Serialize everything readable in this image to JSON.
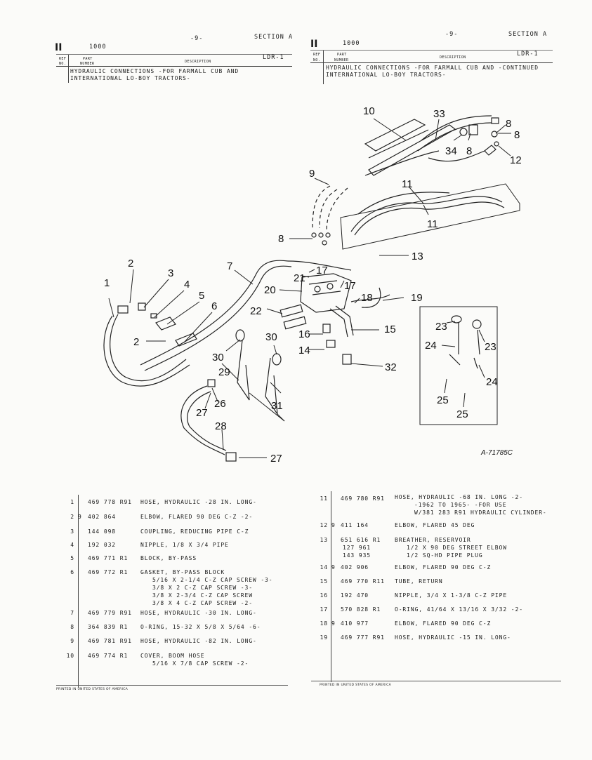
{
  "left_header": {
    "page": "-9-",
    "section": "SECTION  A",
    "group": "1000",
    "code": "LDR-1",
    "ref_label_1": "REF",
    "ref_label_2": "NO.",
    "part_label_1": "PART",
    "part_label_2": "NUMBER",
    "desc_label": "DESCRIPTION",
    "title_1": "HYDRAULIC CONNECTIONS -FOR FARMALL CUB AND",
    "title_2": "INTERNATIONAL LO-BOY TRACTORS-"
  },
  "right_header": {
    "page": "-9-",
    "section": "SECTION  A",
    "group": "1000",
    "code": "LDR-1",
    "ref_label_1": "REF",
    "ref_label_2": "NO.",
    "part_label_1": "PART",
    "part_label_2": "NUMBER",
    "desc_label": "DESCRIPTION",
    "title_1": "HYDRAULIC CONNECTIONS -FOR FARMALL CUB AND  -CONTINUED",
    "title_2": "INTERNATIONAL LO-BOY TRACTORS-"
  },
  "figure": {
    "id": "A-71785C",
    "callouts": [
      "1",
      "2",
      "2",
      "3",
      "4",
      "5",
      "6",
      "7",
      "8",
      "8",
      "8",
      "8",
      "9",
      "10",
      "11",
      "11",
      "12",
      "13",
      "14",
      "15",
      "16",
      "17",
      "17",
      "18",
      "19",
      "20",
      "21",
      "22",
      "23",
      "23",
      "24",
      "24",
      "25",
      "25",
      "26",
      "27",
      "27",
      "28",
      "29",
      "30",
      "30",
      "31",
      "32",
      "33",
      "34"
    ]
  },
  "parts_left": [
    {
      "ref": "1",
      "part": "469 778 R91",
      "desc": [
        "HOSE, HYDRAULIC -28 IN. LONG-"
      ]
    },
    {
      "ref": "2",
      "prefix": "9",
      "part": "402 864",
      "desc": [
        "ELBOW, FLARED 90 DEG C-Z -2-"
      ]
    },
    {
      "ref": "3",
      "part": "144 098",
      "desc": [
        "COUPLING, REDUCING PIPE C-Z"
      ]
    },
    {
      "ref": "4",
      "part": "192 032",
      "desc": [
        "NIPPLE, 1/8 X 3/4 PIPE"
      ]
    },
    {
      "ref": "5",
      "part": "469 771 R1",
      "desc": [
        "BLOCK, BY-PASS"
      ]
    },
    {
      "ref": "6",
      "part": "469 772 R1",
      "desc": [
        "GASKET, BY-PASS BLOCK",
        "5/16 X 2-1/4 C-Z CAP SCREW -3-",
        "3/8 X 2 C-Z CAP SCREW -3-",
        "3/8 X 2-3/4 C-Z CAP SCREW",
        "3/8 X 4 C-Z CAP SCREW -2-"
      ]
    },
    {
      "ref": "7",
      "part": "469 779 R91",
      "desc": [
        "HOSE, HYDRAULIC -30 IN. LONG-"
      ]
    },
    {
      "ref": "8",
      "part": "364 839 R1",
      "desc": [
        "O-RING, 15-32 X 5/8 X 5/64 -6-"
      ]
    },
    {
      "ref": "9",
      "part": "469 781 R91",
      "desc": [
        "HOSE, HYDRAULIC -82 IN. LONG-"
      ]
    },
    {
      "ref": "10",
      "part": "469 774 R1",
      "desc": [
        "COVER, BOOM HOSE",
        "5/16 X 7/8 CAP SCREW -2-"
      ]
    }
  ],
  "parts_right": [
    {
      "ref": "11",
      "part": "469 780 R91",
      "desc": [
        "HOSE, HYDRAULIC -68 IN. LONG -2-",
        "-1962 TO 1965- -FOR USE",
        "W/381 283 R91 HYDRAULIC CYLINDER-"
      ]
    },
    {
      "ref": "12",
      "prefix": "9",
      "part": "411 164",
      "desc": [
        "ELBOW, FLARED 45 DEG"
      ]
    },
    {
      "ref": "13",
      "part": "651 616 R1",
      "desc": [
        "BREATHER, RESERVOIR"
      ],
      "extra_parts": [
        "127 961",
        "143 935"
      ],
      "extra_desc": [
        "1/2 X 90 DEG STREET ELBOW",
        "1/2 SQ-HD PIPE PLUG"
      ]
    },
    {
      "ref": "14",
      "prefix": "9",
      "part": "402 906",
      "desc": [
        "ELBOW, FLARED 90 DEG C-Z"
      ]
    },
    {
      "ref": "15",
      "part": "469 770 R11",
      "desc": [
        "TUBE, RETURN"
      ]
    },
    {
      "ref": "16",
      "part": "192 470",
      "desc": [
        "NIPPLE, 3/4 X 1-3/8 C-Z PIPE"
      ]
    },
    {
      "ref": "17",
      "part": "570 828 R1",
      "desc": [
        "O-RING, 41/64 X 13/16 X 3/32 -2-"
      ]
    },
    {
      "ref": "18",
      "prefix": "9",
      "part": "410 977",
      "desc": [
        "ELBOW, FLARED 90 DEG C-Z"
      ]
    },
    {
      "ref": "19",
      "part": "469 777 R91",
      "desc": [
        "HOSE, HYDRAULIC -15 IN. LONG-"
      ]
    }
  ],
  "footer_left": "PRINTED IN UNITED STATES OF AMERICA",
  "footer_right": "PRINTED IN UNITED STATES OF AMERICA"
}
